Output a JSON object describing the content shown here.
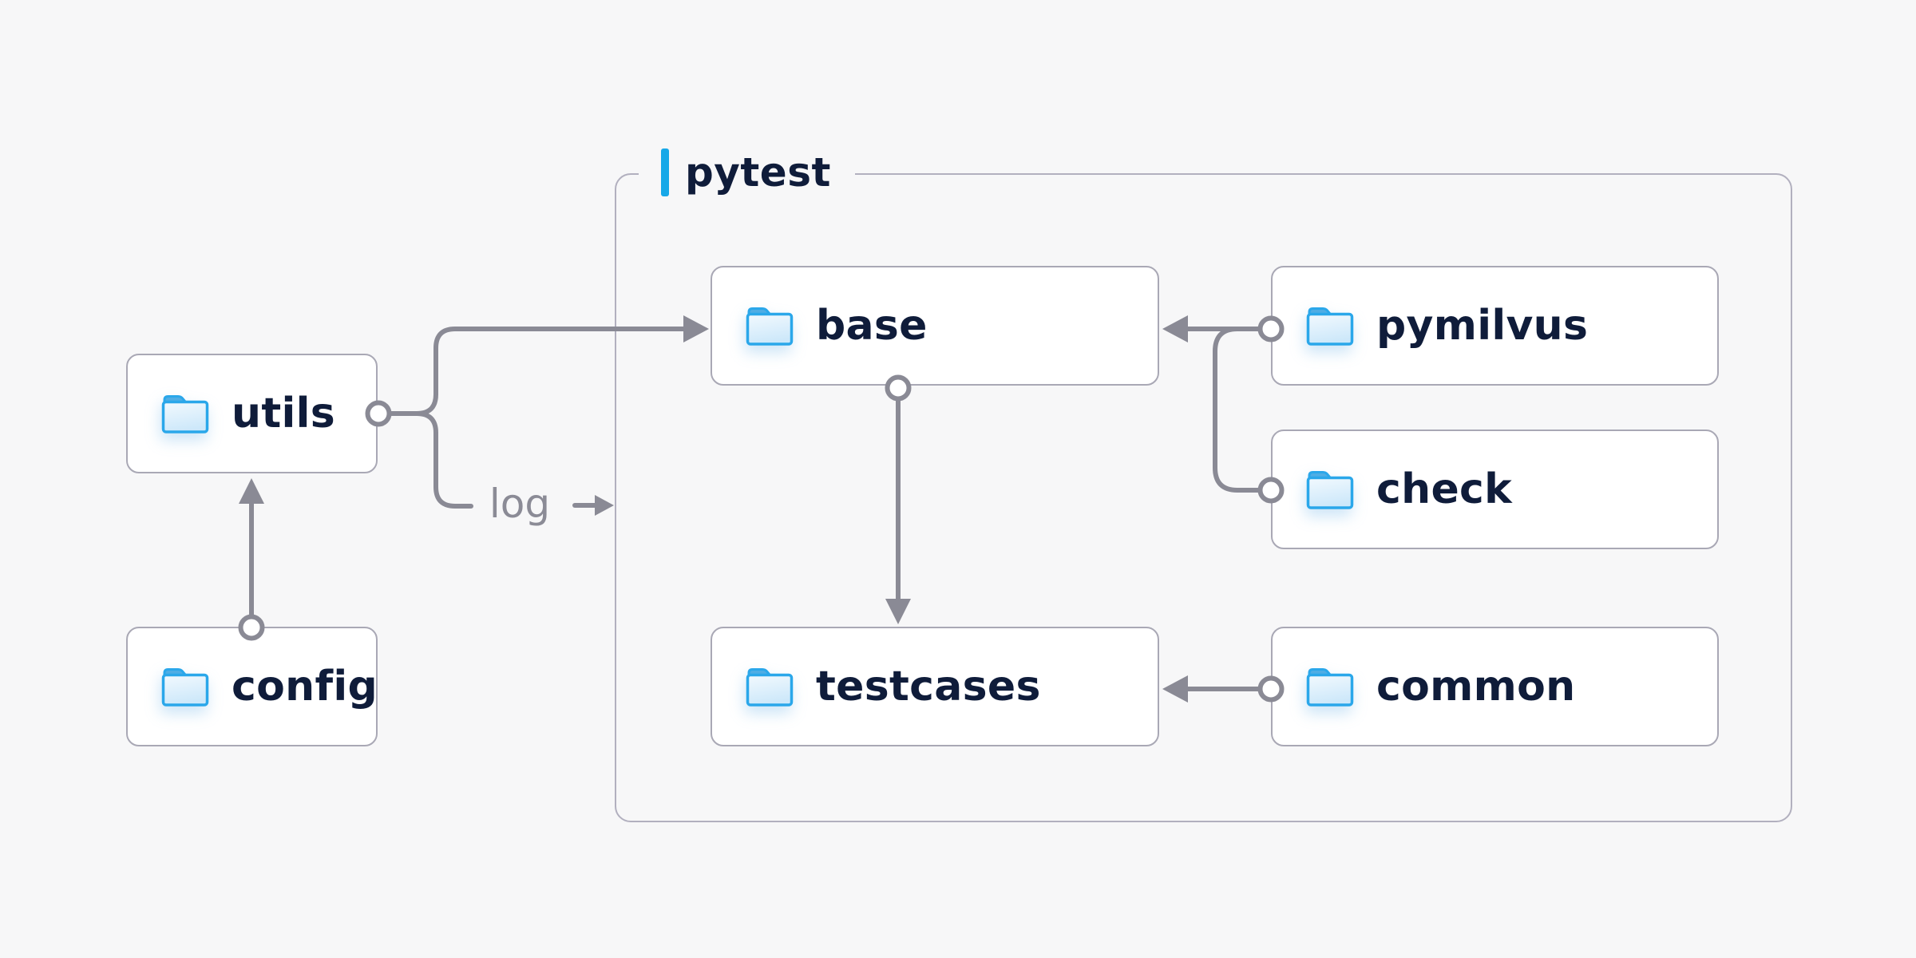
{
  "page": {
    "background": "#f7f7f8"
  },
  "frame": {
    "label": "pytest",
    "accent_color": "#17a8e8",
    "border_color": "#b2b0bf"
  },
  "nodes": {
    "utils": {
      "label": "utils"
    },
    "config": {
      "label": "config"
    },
    "base": {
      "label": "base"
    },
    "testcases": {
      "label": "testcases"
    },
    "pymilvus": {
      "label": "pymilvus"
    },
    "check": {
      "label": "check"
    },
    "common": {
      "label": "common"
    }
  },
  "edges": {
    "log_label": "log",
    "connections": [
      {
        "from": "config",
        "to": "utils"
      },
      {
        "from": "utils",
        "to": "base"
      },
      {
        "from": "utils",
        "to": "log"
      },
      {
        "from": "pymilvus",
        "to": "base"
      },
      {
        "from": "check",
        "to": "base"
      },
      {
        "from": "base",
        "to": "testcases"
      },
      {
        "from": "common",
        "to": "testcases"
      }
    ]
  },
  "colors": {
    "connector": "#8a8a95",
    "node_border": "#a9a8b5",
    "text": "#0f1c3a",
    "folder_blue": "#2aa7ea",
    "folder_tab": "#4fade4",
    "background": "#f7f7f8"
  }
}
